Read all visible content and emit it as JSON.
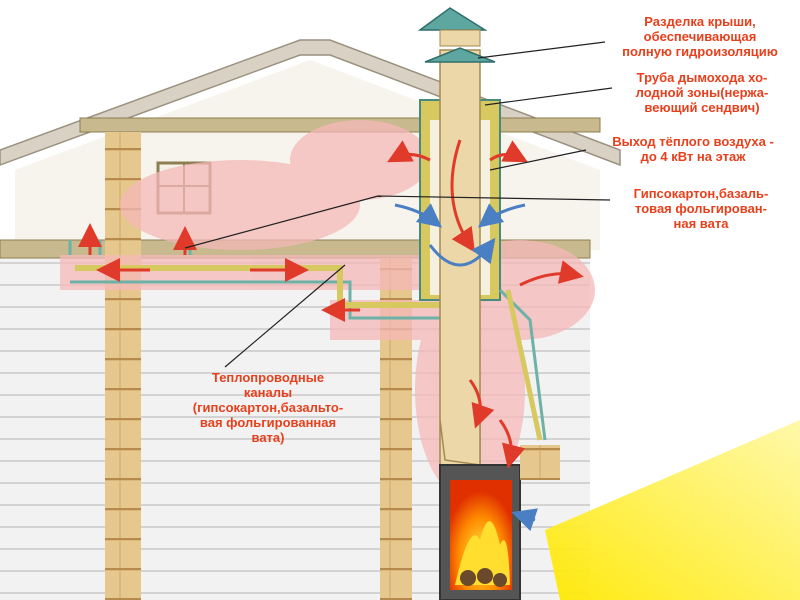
{
  "labels": {
    "roof_cut": [
      "Разделка крыши,",
      "обеспечивающая",
      "полную гидроизоляцию"
    ],
    "chimney_pipe": [
      "Труба дымохода хо-",
      "лодной зоны(нержа-",
      "веющий сендвич)"
    ],
    "warm_air_outlet": [
      "Выход тёплого воздуха -",
      "до 4 кВт на этаж"
    ],
    "drywall_insulation": [
      "Гипсокартон,базаль-",
      "товая фольгирован-",
      "ная вата"
    ],
    "heat_channels": [
      "Теплопроводные",
      "каналы",
      "(гипсокартон,базальто-",
      "вая фольгированная",
      "вата)"
    ]
  },
  "colors": {
    "label_text": "#e8401c",
    "warm_air": "#f5b8b8",
    "cold_air": "#4a7fc4",
    "insulation": "#d8c860",
    "brick": "#d9b878",
    "pipe": "#ecd7a8",
    "fire": "#ff6a00"
  }
}
